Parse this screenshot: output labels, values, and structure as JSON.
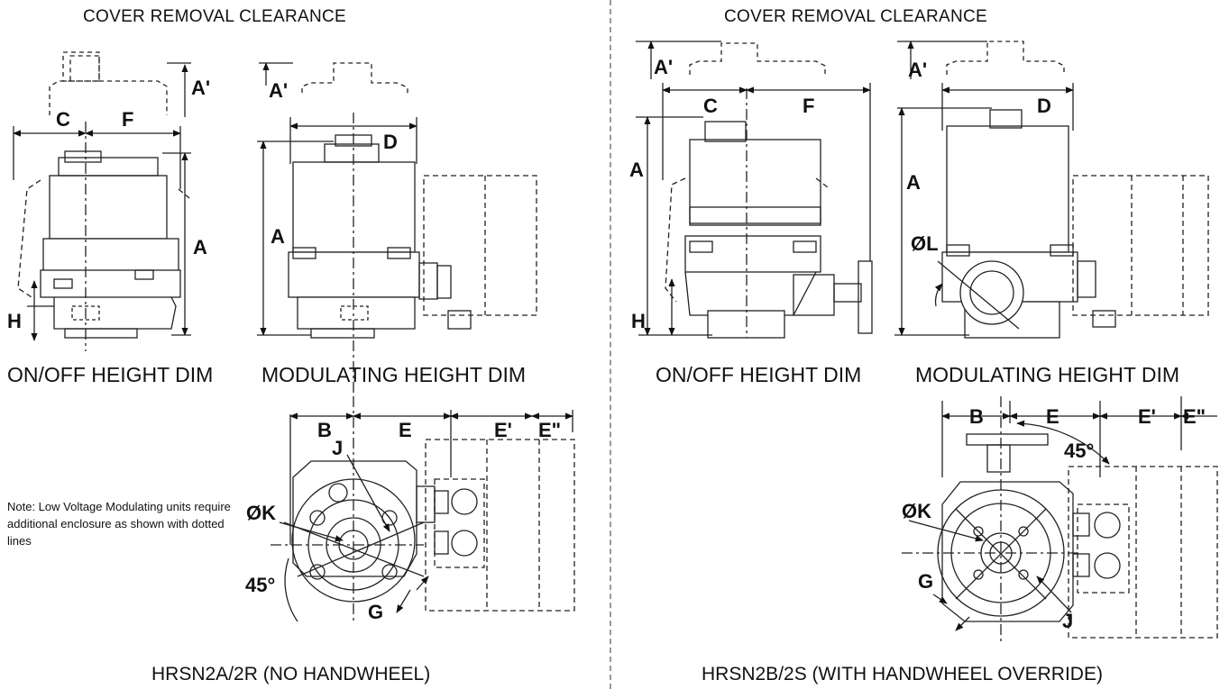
{
  "left": {
    "header": "COVER REMOVAL CLEARANCE",
    "caption_onoff": "ON/OFF HEIGHT DIM",
    "caption_mod": "MODULATING HEIGHT DIM",
    "footer": "HRSN2A/2R (NO HANDWHEEL)",
    "note": "Note: Low Voltage Modulating units require additional enclosure as shown with dotted lines"
  },
  "right": {
    "header": "COVER REMOVAL CLEARANCE",
    "caption_onoff": "ON/OFF HEIGHT DIM",
    "caption_mod": "MODULATING HEIGHT DIM",
    "footer": "HRSN2B/2S (WITH HANDWHEEL OVERRIDE)"
  },
  "dims": {
    "A_prime": "A'",
    "A": "A",
    "B": "B",
    "C": "C",
    "D": "D",
    "E": "E",
    "E_prime": "E'",
    "E_dprime": "E\"",
    "F": "F",
    "G": "G",
    "H": "H",
    "J": "J",
    "K": "ØK",
    "L": "ØL",
    "angle": "45°"
  }
}
